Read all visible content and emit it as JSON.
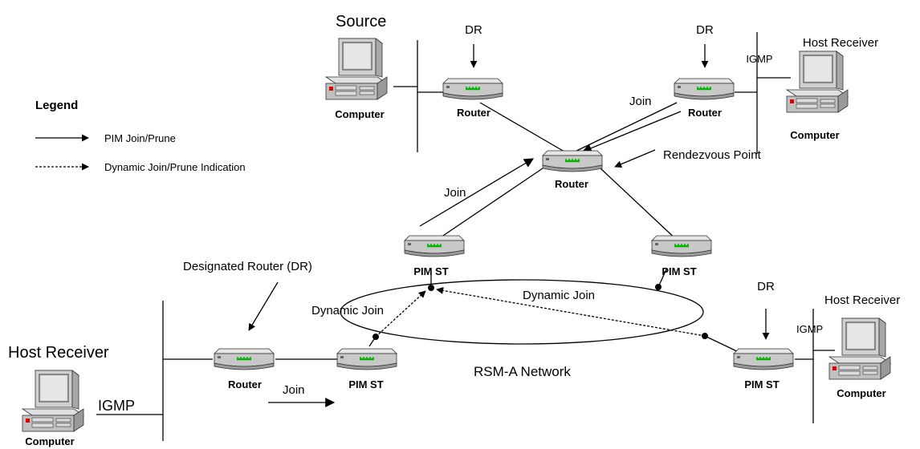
{
  "legend": {
    "title": "Legend",
    "items": [
      {
        "label": "PIM Join/Prune",
        "style": "solid"
      },
      {
        "label": "Dynamic Join/Prune Indication",
        "style": "dashed"
      }
    ]
  },
  "labels": {
    "source": "Source",
    "dr": "DR",
    "host_receiver": "Host Receiver",
    "igmp": "IGMP",
    "join": "Join",
    "rendezvous_point": "Rendezvous Point",
    "designated_router": "Designated Router (DR)",
    "dynamic_join": "Dynamic Join",
    "network": "RSM-A Network"
  },
  "devices": {
    "computer": "Computer",
    "router": "Router",
    "pim_st": "PIM ST"
  },
  "colors": {
    "line": "#000000",
    "router_body": "#c8c8c8",
    "router_led": "#00b400",
    "computer_case": "#c0c0c0",
    "computer_screen": "#d8d8d8",
    "power_led": "#e00000"
  }
}
